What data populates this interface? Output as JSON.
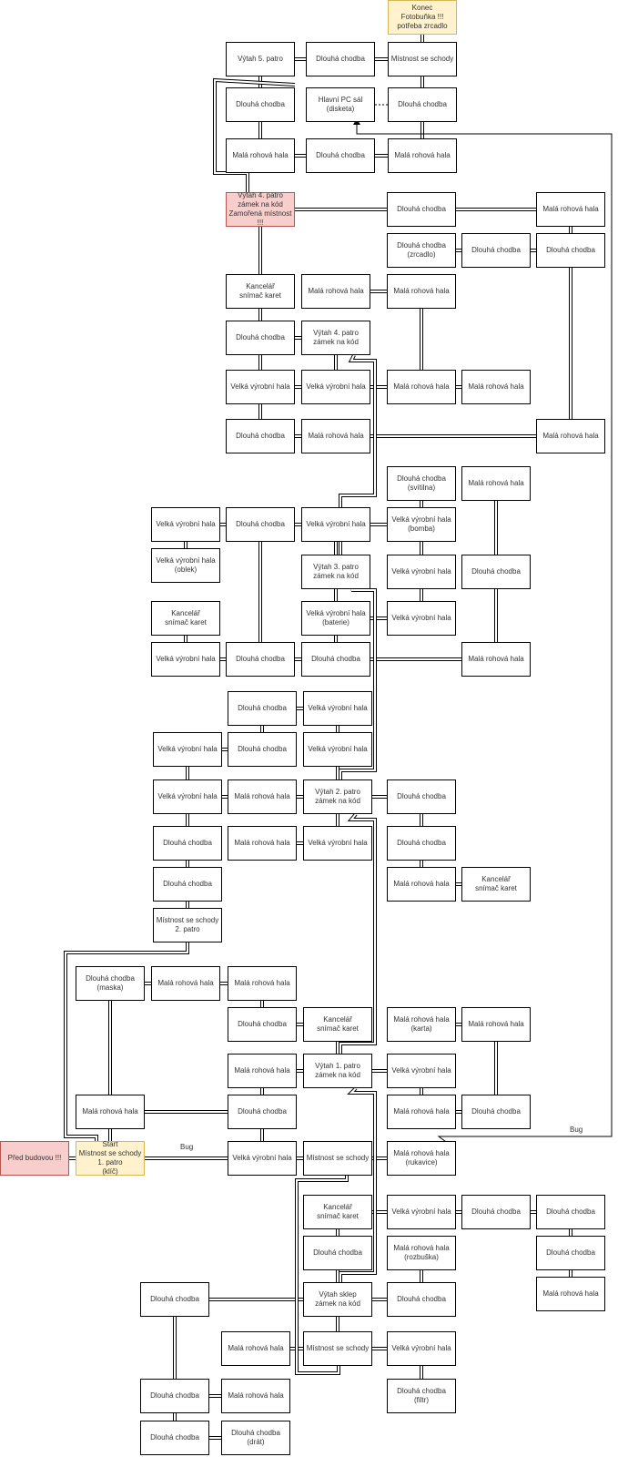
{
  "nodes": [
    {
      "id": "n1",
      "label": "Konec\nFotobuňka !!!\npotřeba zrcadlo",
      "style": "yellow"
    },
    {
      "id": "n2",
      "label": "Výtah 5. patro"
    },
    {
      "id": "n3",
      "label": "Dlouhá chodba"
    },
    {
      "id": "n4",
      "label": "Místnost se schody"
    },
    {
      "id": "n5",
      "label": "Dlouhá chodba"
    },
    {
      "id": "n6",
      "label": "Hlavní PC sál\n(disketa)"
    },
    {
      "id": "n7",
      "label": "Dlouhá chodba"
    },
    {
      "id": "n8",
      "label": "Malá rohová hala"
    },
    {
      "id": "n9",
      "label": "Dlouhá chodba"
    },
    {
      "id": "n10",
      "label": "Malá rohová hala"
    },
    {
      "id": "n11",
      "label": "Výtah 4. patro\nzámek na kód\nZamořená místnost\n!!!",
      "style": "red"
    },
    {
      "id": "n12",
      "label": "Dlouhá chodba"
    },
    {
      "id": "n13",
      "label": "Malá rohová hala"
    },
    {
      "id": "n14",
      "label": "Dlouhá chodba\n(zrcadlo)"
    },
    {
      "id": "n15",
      "label": "Dlouhá chodba"
    },
    {
      "id": "n16",
      "label": "Dlouhá chodba"
    },
    {
      "id": "n17",
      "label": "Kancelář\nsnímač karet"
    },
    {
      "id": "n18",
      "label": "Malá rohová hala"
    },
    {
      "id": "n19",
      "label": "Malá rohová hala"
    },
    {
      "id": "n20",
      "label": "Dlouhá chodba"
    },
    {
      "id": "n21",
      "label": "Výtah 4. patro\nzámek na kód"
    },
    {
      "id": "n22",
      "label": "Velká výrobní hala"
    },
    {
      "id": "n23",
      "label": "Velká výrobní hala"
    },
    {
      "id": "n24",
      "label": "Malá rohová hala"
    },
    {
      "id": "n25",
      "label": "Malá rohová hala"
    },
    {
      "id": "n26",
      "label": "Dlouhá chodba"
    },
    {
      "id": "n27",
      "label": "Malá rohová hala"
    },
    {
      "id": "n28",
      "label": "Malá rohová hala"
    },
    {
      "id": "n29",
      "label": "Dlouhá chodba\n(svítilna)"
    },
    {
      "id": "n30",
      "label": "Malá rohová hala"
    },
    {
      "id": "n31",
      "label": "Velká výrobní hala"
    },
    {
      "id": "n32",
      "label": "Dlouhá chodba"
    },
    {
      "id": "n33",
      "label": "Velká výrobní hala"
    },
    {
      "id": "n34",
      "label": "Velká výrobní hala\n(bomba)"
    },
    {
      "id": "n35",
      "label": "Velká výrobní hala\n(oblek)"
    },
    {
      "id": "n36",
      "label": "Výtah 3. patro\nzámek na kód"
    },
    {
      "id": "n37",
      "label": "Velká výrobní hala"
    },
    {
      "id": "n38",
      "label": "Dlouhá chodba"
    },
    {
      "id": "n39",
      "label": "Kancelář\nsnímač karet"
    },
    {
      "id": "n40",
      "label": "Velká výrobní hala\n(baterie)"
    },
    {
      "id": "n41",
      "label": "Velká výrobní hala"
    },
    {
      "id": "n42",
      "label": "Velká výrobní hala"
    },
    {
      "id": "n43",
      "label": "Dlouhá chodba"
    },
    {
      "id": "n44",
      "label": "Dlouhá chodba"
    },
    {
      "id": "n45",
      "label": "Malá rohová hala"
    },
    {
      "id": "n46",
      "label": "Dlouhá chodba"
    },
    {
      "id": "n47",
      "label": "Velká výrobní hala"
    },
    {
      "id": "n48",
      "label": "Velká výrobní hala"
    },
    {
      "id": "n49",
      "label": "Dlouhá chodba"
    },
    {
      "id": "n50",
      "label": "Velká výrobní hala"
    },
    {
      "id": "n51",
      "label": "Velká výrobní hala"
    },
    {
      "id": "n52",
      "label": "Malá rohová hala"
    },
    {
      "id": "n53",
      "label": "Výtah 2. patro\nzámek na kód"
    },
    {
      "id": "n54",
      "label": "Dlouhá chodba"
    },
    {
      "id": "n55",
      "label": "Dlouhá chodba"
    },
    {
      "id": "n56",
      "label": "Malá rohová hala"
    },
    {
      "id": "n57",
      "label": "Velká výrobní hala"
    },
    {
      "id": "n58",
      "label": "Dlouhá chodba"
    },
    {
      "id": "n59",
      "label": "Dlouhá chodba"
    },
    {
      "id": "n60",
      "label": "Malá rohová hala"
    },
    {
      "id": "n61",
      "label": "Kancelář\nsnímač karet"
    },
    {
      "id": "n62",
      "label": "Místnost se schody\n2. patro"
    },
    {
      "id": "n63",
      "label": "Dlouhá chodba\n(maska)"
    },
    {
      "id": "n64",
      "label": "Malá rohová hala"
    },
    {
      "id": "n65",
      "label": "Malá rohová hala"
    },
    {
      "id": "n66",
      "label": "Dlouhá chodba"
    },
    {
      "id": "n67",
      "label": "Kancelář\nsnímač karet"
    },
    {
      "id": "n68",
      "label": "Malá rohová hala\n(karta)"
    },
    {
      "id": "n69",
      "label": "Malá rohová hala"
    },
    {
      "id": "n70",
      "label": "Malá rohová hala"
    },
    {
      "id": "n71",
      "label": "Výtah 1. patro\nzámek na kód"
    },
    {
      "id": "n72",
      "label": "Velká výrobní hala"
    },
    {
      "id": "n73",
      "label": "Malá rohová hala"
    },
    {
      "id": "n74",
      "label": "Dlouhá chodba"
    },
    {
      "id": "n75",
      "label": "Malá rohová hala"
    },
    {
      "id": "n76",
      "label": "Dlouhá chodba"
    },
    {
      "id": "n77",
      "label": "Před budovou !!!",
      "style": "red"
    },
    {
      "id": "n78",
      "label": "Start\nMístnost se schody\n1. patro\n(klíč)",
      "style": "yellow"
    },
    {
      "id": "n79",
      "label": "Velká výrobní hala"
    },
    {
      "id": "n80",
      "label": "Místnost se schody"
    },
    {
      "id": "n81",
      "label": "Malá rohová hala\n(rukavice)"
    },
    {
      "id": "n82",
      "label": "Kancelář\nsnímač karet"
    },
    {
      "id": "n83",
      "label": "Velká výrobní hala"
    },
    {
      "id": "n84",
      "label": "Dlouhá chodba"
    },
    {
      "id": "n85",
      "label": "Dlouhá chodba"
    },
    {
      "id": "n86",
      "label": "Dlouhá chodba"
    },
    {
      "id": "n87",
      "label": "Malá rohová hala\n(rozbuška)"
    },
    {
      "id": "n88",
      "label": "Dlouhá chodba"
    },
    {
      "id": "n89",
      "label": "Dlouhá chodba"
    },
    {
      "id": "n90",
      "label": "Výtah sklep\nzámek na kód"
    },
    {
      "id": "n91",
      "label": "Dlouhá chodba"
    },
    {
      "id": "n92",
      "label": "Malá rohová hala"
    },
    {
      "id": "n93",
      "label": "Malá rohová hala"
    },
    {
      "id": "n94",
      "label": "Místnost se schody"
    },
    {
      "id": "n95",
      "label": "Velká výrobní hala"
    },
    {
      "id": "n96",
      "label": "Dlouhá chodba"
    },
    {
      "id": "n97",
      "label": "Malá rohová hala"
    },
    {
      "id": "n98",
      "label": "Dlouhá chodba\n(filtr)"
    },
    {
      "id": "n99",
      "label": "Dlouhá chodba"
    },
    {
      "id": "n100",
      "label": "Dlouhá chodba\n(drát)"
    }
  ],
  "edge_labels": [
    {
      "id": "bug1",
      "text": "Bug"
    },
    {
      "id": "bug2",
      "text": "Bug"
    }
  ]
}
